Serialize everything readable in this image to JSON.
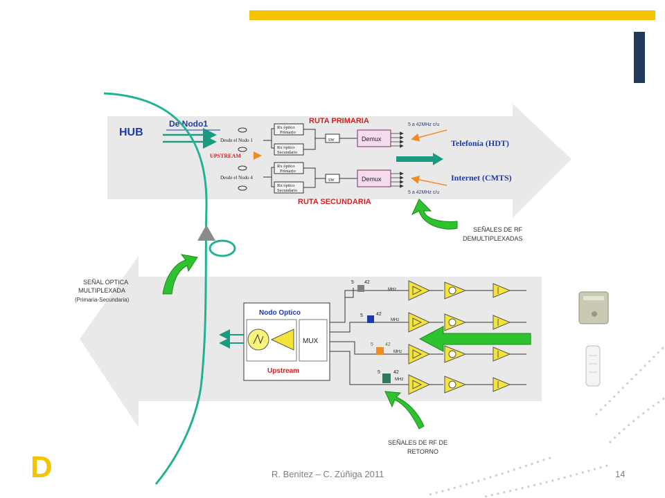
{
  "slide": {
    "accent_color": "#f5c400",
    "dark_bar_color": "#1f3a5a",
    "footer": "R. Benitez – C. Zúñiga 2011",
    "page_number": "14",
    "logo_text": "D"
  },
  "top_panel": {
    "hub": "HUB",
    "de_nodo1": "De Nodo1",
    "desde_nodo1": "Desde el Nodo 1",
    "desde_nodo4": "Desde el Nodo 4",
    "upstream": "UPSTREAM",
    "ruta_primaria": "RUTA PRIMARIA",
    "ruta_secundaria": "RUTA SECUNDARIA",
    "rx_primario_1": "Rx óptico",
    "rx_primario_2": "Primario",
    "rx_secundario_1": "Rx óptico",
    "rx_secundario_2": "Secundario",
    "sw": "sw",
    "demux": "Demux",
    "freq_top": "5 a 42MHz c/u",
    "freq_bottom": "5 a 42MHz c/u",
    "telefonia": "Telefonía (HDT)",
    "internet": "Internet (CMTS)",
    "senales_rf_demux_1": "SEÑALES DE RF",
    "senales_rf_demux_2": "DEMULTIPLEXADAS"
  },
  "bottom_panel": {
    "senal_optica_1": "SEÑAL OPTICA",
    "senal_optica_2": "MULTIPLEXADA",
    "senal_optica_3": "(Primaria-Secundaria)",
    "nodo_optico": "Nodo Optico",
    "mux": "MUX",
    "upstream": "Upstream",
    "band_low": "5",
    "band_high": "42",
    "mhz": "MHz",
    "senales_rf_retorno_1": "SEÑALES DE RF DE",
    "senales_rf_retorno_2": "RETORNO",
    "band_colors": [
      "#7f7f7f",
      "#1f3aa8",
      "#f08c1e",
      "#2e7d5a"
    ]
  }
}
